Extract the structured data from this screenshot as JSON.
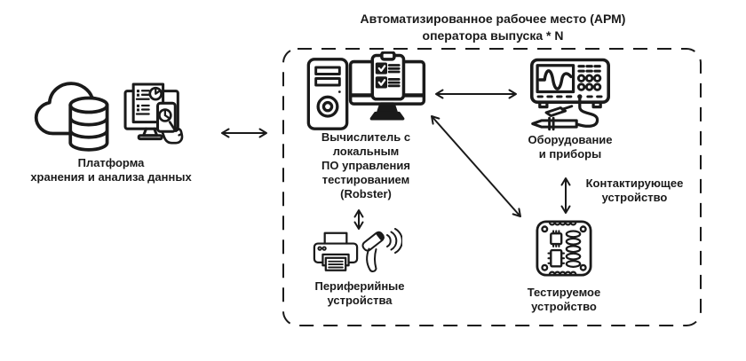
{
  "colors": {
    "ink": "#1a1a1a",
    "background": "#ffffff"
  },
  "title": {
    "line1": "Автоматизированное рабочее место (АРМ)",
    "line2": "оператора выпуска * N"
  },
  "nodes": {
    "platform": {
      "icons": [
        "cloud-database-icon",
        "monitor-analytics-icon"
      ],
      "label_lines": [
        "Платформа",
        "хранения и анализа данных"
      ]
    },
    "computer": {
      "icons": [
        "computer-tower-icon",
        "monitor-checklist-icon"
      ],
      "label_lines": [
        "Вычислитель с",
        "локальным",
        "ПО управления",
        "тестированием",
        "(Robster)"
      ]
    },
    "equipment": {
      "icons": [
        "oscilloscope-probe-icon"
      ],
      "label_lines": [
        "Оборудование",
        "и приборы"
      ]
    },
    "peripherals": {
      "icons": [
        "printer-icon",
        "barcode-scanner-icon"
      ],
      "label_lines": [
        "Периферийные",
        "устройства"
      ]
    },
    "contact": {
      "label_lines": [
        "Контактирующее",
        "устройство"
      ]
    },
    "dut": {
      "icons": [
        "pcb-icon"
      ],
      "label_lines": [
        "Тестируемое",
        "устройство"
      ]
    }
  },
  "connections": [
    {
      "from": "Платформа хранения и анализа данных",
      "to": "Вычислитель (АРМ)",
      "type": "bidirectional"
    },
    {
      "from": "Вычислитель",
      "to": "Оборудование и приборы",
      "type": "bidirectional"
    },
    {
      "from": "Вычислитель",
      "to": "Тестируемое устройство",
      "type": "bidirectional"
    },
    {
      "from": "Вычислитель",
      "to": "Периферийные устройства",
      "type": "bidirectional"
    },
    {
      "from": "Оборудование и приборы",
      "to": "Тестируемое устройство",
      "type": "bidirectional",
      "via_label": "Контактирующее устройство"
    }
  ]
}
